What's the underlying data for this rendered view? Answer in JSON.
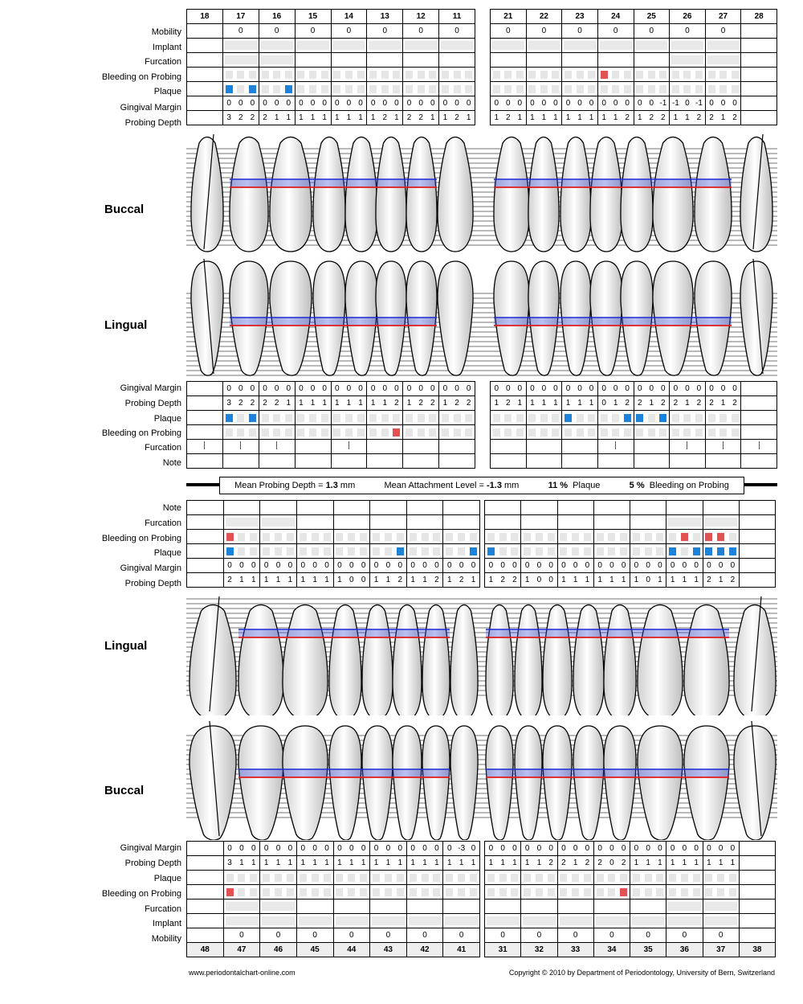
{
  "upper": {
    "left_teeth": [
      "18",
      "17",
      "16",
      "15",
      "14",
      "13",
      "12",
      "11"
    ],
    "right_teeth": [
      "21",
      "22",
      "23",
      "24",
      "25",
      "26",
      "27",
      "28"
    ],
    "buccal": {
      "row_labels": [
        "Mobility",
        "Implant",
        "Furcation",
        "Bleeding on Probing",
        "Plaque",
        "Gingival Margin",
        "Probing Depth"
      ],
      "mobility": [
        "",
        "0",
        "0",
        "0",
        "0",
        "0",
        "0",
        "0",
        "0",
        "0",
        "0",
        "0",
        "0",
        "0",
        "0",
        ""
      ],
      "gingival_margin": [
        [],
        [
          "0",
          "0",
          "0"
        ],
        [
          "0",
          "0",
          "0"
        ],
        [
          "0",
          "0",
          "0"
        ],
        [
          "0",
          "0",
          "0"
        ],
        [
          "0",
          "0",
          "0"
        ],
        [
          "0",
          "0",
          "0"
        ],
        [
          "0",
          "0",
          "0"
        ],
        [
          "0",
          "0",
          "0"
        ],
        [
          "0",
          "0",
          "0"
        ],
        [
          "0",
          "0",
          "0"
        ],
        [
          "0",
          "0",
          "0"
        ],
        [
          "0",
          "0",
          "-1"
        ],
        [
          "-1",
          "0",
          "-1"
        ],
        [
          "0",
          "0",
          "0"
        ],
        []
      ],
      "probing_depth": [
        [],
        [
          "3",
          "2",
          "2"
        ],
        [
          "2",
          "1",
          "1"
        ],
        [
          "1",
          "1",
          "1"
        ],
        [
          "1",
          "1",
          "1"
        ],
        [
          "1",
          "2",
          "1"
        ],
        [
          "2",
          "2",
          "1"
        ],
        [
          "1",
          "2",
          "1"
        ],
        [
          "1",
          "2",
          "1"
        ],
        [
          "1",
          "1",
          "1"
        ],
        [
          "1",
          "1",
          "1"
        ],
        [
          "1",
          "1",
          "2"
        ],
        [
          "1",
          "2",
          "2"
        ],
        [
          "1",
          "1",
          "2"
        ],
        [
          "2",
          "1",
          "2"
        ],
        []
      ],
      "plaque": [
        [],
        [
          "bl",
          "",
          "bl"
        ],
        [
          "",
          "",
          "bl"
        ],
        [
          "",
          "",
          ""
        ],
        [
          "",
          "",
          ""
        ],
        [
          "",
          "",
          ""
        ],
        [
          "",
          "",
          ""
        ],
        [
          "",
          "",
          ""
        ],
        [
          "",
          "",
          ""
        ],
        [
          "",
          "",
          ""
        ],
        [
          "",
          "",
          ""
        ],
        [
          "",
          "",
          ""
        ],
        [
          "",
          "",
          ""
        ],
        [
          "",
          "",
          ""
        ],
        [
          "",
          "",
          ""
        ],
        []
      ],
      "bleeding": [
        [],
        [
          "",
          "",
          ""
        ],
        [
          "",
          "",
          ""
        ],
        [
          "",
          "",
          ""
        ],
        [
          "",
          "",
          ""
        ],
        [
          "",
          "",
          ""
        ],
        [
          "",
          "",
          ""
        ],
        [
          "",
          "",
          ""
        ],
        [
          "",
          "",
          ""
        ],
        [
          "",
          "",
          ""
        ],
        [
          "",
          "",
          ""
        ],
        [
          "rd",
          "",
          ""
        ],
        [
          "",
          "",
          ""
        ],
        [
          "",
          "",
          ""
        ],
        [
          "",
          "",
          ""
        ],
        []
      ]
    },
    "section_buccal_label": "Buccal",
    "section_lingual_label": "Lingual",
    "lingual": {
      "row_labels": [
        "Gingival Margin",
        "Probing Depth",
        "Plaque",
        "Bleeding on Probing",
        "Furcation",
        "Note"
      ],
      "gingival_margin": [
        [],
        [
          "0",
          "0",
          "0"
        ],
        [
          "0",
          "0",
          "0"
        ],
        [
          "0",
          "0",
          "0"
        ],
        [
          "0",
          "0",
          "0"
        ],
        [
          "0",
          "0",
          "0"
        ],
        [
          "0",
          "0",
          "0"
        ],
        [
          "0",
          "0",
          "0"
        ],
        [
          "0",
          "0",
          "0"
        ],
        [
          "0",
          "0",
          "0"
        ],
        [
          "0",
          "0",
          "0"
        ],
        [
          "0",
          "0",
          "0"
        ],
        [
          "0",
          "0",
          "0"
        ],
        [
          "0",
          "0",
          "0"
        ],
        [
          "0",
          "0",
          "0"
        ],
        []
      ],
      "probing_depth": [
        [],
        [
          "3",
          "2",
          "2"
        ],
        [
          "2",
          "2",
          "1"
        ],
        [
          "1",
          "1",
          "1"
        ],
        [
          "1",
          "1",
          "1"
        ],
        [
          "1",
          "1",
          "2"
        ],
        [
          "1",
          "2",
          "2"
        ],
        [
          "1",
          "2",
          "2"
        ],
        [
          "1",
          "2",
          "1"
        ],
        [
          "1",
          "1",
          "1"
        ],
        [
          "1",
          "1",
          "1"
        ],
        [
          "0",
          "1",
          "2"
        ],
        [
          "2",
          "1",
          "2"
        ],
        [
          "2",
          "1",
          "2"
        ],
        [
          "2",
          "1",
          "2"
        ],
        []
      ],
      "plaque": [
        [],
        [
          "bl",
          "",
          "bl"
        ],
        [
          "",
          "",
          ""
        ],
        [
          "",
          "",
          ""
        ],
        [
          "",
          "",
          ""
        ],
        [
          "",
          "",
          ""
        ],
        [
          "",
          "",
          ""
        ],
        [
          "",
          "",
          ""
        ],
        [
          "",
          "",
          ""
        ],
        [
          "",
          "",
          ""
        ],
        [
          "bl",
          "",
          ""
        ],
        [
          "",
          "",
          "bl"
        ],
        [
          "bl",
          "",
          "bl"
        ],
        [
          "",
          "",
          ""
        ],
        [
          "",
          "",
          ""
        ],
        []
      ],
      "bleeding": [
        [],
        [
          "",
          "",
          ""
        ],
        [
          "",
          "",
          ""
        ],
        [
          "",
          "",
          ""
        ],
        [
          "",
          "",
          ""
        ],
        [
          "",
          "",
          "rd"
        ],
        [
          "",
          "",
          ""
        ],
        [
          "",
          "",
          ""
        ],
        [
          "",
          "",
          ""
        ],
        [
          "",
          "",
          ""
        ],
        [
          "",
          "",
          ""
        ],
        [
          "",
          "",
          ""
        ],
        [
          "",
          "",
          ""
        ],
        [
          "",
          "",
          ""
        ],
        [
          "",
          "",
          ""
        ],
        []
      ]
    }
  },
  "summary": {
    "mean_pd_label": "Mean Probing Depth =",
    "mean_pd_value": "1.3",
    "mean_pd_unit": "mm",
    "mean_al_label": "Mean Attachment Level =",
    "mean_al_value": "-1.3",
    "mean_al_unit": "mm",
    "plaque_value": "11 %",
    "plaque_label": "Plaque",
    "bleeding_value": "5 %",
    "bleeding_label": "Bleeding on Probing"
  },
  "lower": {
    "left_teeth": [
      "48",
      "47",
      "46",
      "45",
      "44",
      "43",
      "42",
      "41"
    ],
    "right_teeth": [
      "31",
      "32",
      "33",
      "34",
      "35",
      "36",
      "37",
      "38"
    ],
    "lingual": {
      "row_labels": [
        "Note",
        "Furcation",
        "Bleeding on Probing",
        "Plaque",
        "Gingival Margin",
        "Probing Depth"
      ],
      "gingival_margin": [
        [],
        [
          "0",
          "0",
          "0"
        ],
        [
          "0",
          "0",
          "0"
        ],
        [
          "0",
          "0",
          "0"
        ],
        [
          "0",
          "0",
          "0"
        ],
        [
          "0",
          "0",
          "0"
        ],
        [
          "0",
          "0",
          "0"
        ],
        [
          "0",
          "0",
          "0"
        ],
        [
          "0",
          "0",
          "0"
        ],
        [
          "0",
          "0",
          "0"
        ],
        [
          "0",
          "0",
          "0"
        ],
        [
          "0",
          "0",
          "0"
        ],
        [
          "0",
          "0",
          "0"
        ],
        [
          "0",
          "0",
          "0"
        ],
        [
          "0",
          "0",
          "0"
        ],
        []
      ],
      "probing_depth": [
        [],
        [
          "2",
          "1",
          "1"
        ],
        [
          "1",
          "1",
          "1"
        ],
        [
          "1",
          "1",
          "1"
        ],
        [
          "1",
          "0",
          "0"
        ],
        [
          "1",
          "1",
          "2"
        ],
        [
          "1",
          "1",
          "2"
        ],
        [
          "1",
          "2",
          "1"
        ],
        [
          "1",
          "2",
          "2"
        ],
        [
          "1",
          "0",
          "0"
        ],
        [
          "1",
          "1",
          "1"
        ],
        [
          "1",
          "1",
          "1"
        ],
        [
          "1",
          "0",
          "1"
        ],
        [
          "1",
          "1",
          "1"
        ],
        [
          "2",
          "1",
          "2"
        ],
        []
      ],
      "plaque": [
        [],
        [
          "bl",
          "",
          ""
        ],
        [
          "",
          "",
          ""
        ],
        [
          "",
          "",
          ""
        ],
        [
          "",
          "",
          ""
        ],
        [
          "",
          "",
          "bl"
        ],
        [
          "",
          "",
          ""
        ],
        [
          "",
          "",
          "bl"
        ],
        [
          "bl",
          "",
          ""
        ],
        [
          "",
          "",
          ""
        ],
        [
          "",
          "",
          ""
        ],
        [
          "",
          "",
          ""
        ],
        [
          "",
          "",
          ""
        ],
        [
          "bl",
          "",
          "bl"
        ],
        [
          "bl",
          "bl",
          "bl"
        ],
        []
      ],
      "bleeding": [
        [],
        [
          "rd",
          "",
          ""
        ],
        [
          "",
          "",
          ""
        ],
        [
          "",
          "",
          ""
        ],
        [
          "",
          "",
          ""
        ],
        [
          "",
          "",
          ""
        ],
        [
          "",
          "",
          ""
        ],
        [
          "",
          "",
          ""
        ],
        [
          "",
          "",
          ""
        ],
        [
          "",
          "",
          ""
        ],
        [
          "",
          "",
          ""
        ],
        [
          "",
          "",
          ""
        ],
        [
          "",
          "",
          ""
        ],
        [
          "",
          "rd",
          ""
        ],
        [
          "rd",
          "rd",
          ""
        ],
        []
      ]
    },
    "section_lingual_label": "Lingual",
    "section_buccal_label": "Buccal",
    "buccal": {
      "row_labels": [
        "Gingival Margin",
        "Probing Depth",
        "Plaque",
        "Bleeding on Probing",
        "Furcation",
        "Implant",
        "Mobility"
      ],
      "gingival_margin": [
        [],
        [
          "0",
          "0",
          "0"
        ],
        [
          "0",
          "0",
          "0"
        ],
        [
          "0",
          "0",
          "0"
        ],
        [
          "0",
          "0",
          "0"
        ],
        [
          "0",
          "0",
          "0"
        ],
        [
          "0",
          "0",
          "0"
        ],
        [
          "0",
          "-3",
          "0"
        ],
        [
          "0",
          "0",
          "0"
        ],
        [
          "0",
          "0",
          "0"
        ],
        [
          "0",
          "0",
          "0"
        ],
        [
          "0",
          "0",
          "0"
        ],
        [
          "0",
          "0",
          "0"
        ],
        [
          "0",
          "0",
          "0"
        ],
        [
          "0",
          "0",
          "0"
        ],
        []
      ],
      "probing_depth": [
        [],
        [
          "3",
          "1",
          "1"
        ],
        [
          "1",
          "1",
          "1"
        ],
        [
          "1",
          "1",
          "1"
        ],
        [
          "1",
          "1",
          "1"
        ],
        [
          "1",
          "1",
          "1"
        ],
        [
          "1",
          "1",
          "1"
        ],
        [
          "1",
          "1",
          "1"
        ],
        [
          "1",
          "1",
          "1"
        ],
        [
          "1",
          "1",
          "2"
        ],
        [
          "2",
          "1",
          "2"
        ],
        [
          "2",
          "0",
          "2"
        ],
        [
          "1",
          "1",
          "1"
        ],
        [
          "1",
          "1",
          "1"
        ],
        [
          "1",
          "1",
          "1"
        ],
        []
      ],
      "plaque": [
        [],
        [
          "",
          "",
          ""
        ],
        [
          "",
          "",
          ""
        ],
        [
          "",
          "",
          ""
        ],
        [
          "",
          "",
          ""
        ],
        [
          "",
          "",
          ""
        ],
        [
          "",
          "",
          ""
        ],
        [
          "",
          "",
          ""
        ],
        [
          "",
          "",
          ""
        ],
        [
          "",
          "",
          ""
        ],
        [
          "",
          "",
          ""
        ],
        [
          "",
          "",
          ""
        ],
        [
          "",
          "",
          ""
        ],
        [
          "",
          "",
          ""
        ],
        [
          "",
          "",
          ""
        ],
        []
      ],
      "bleeding": [
        [],
        [
          "rd",
          "",
          ""
        ],
        [
          "",
          "",
          ""
        ],
        [
          "",
          "",
          ""
        ],
        [
          "",
          "",
          ""
        ],
        [
          "",
          "",
          ""
        ],
        [
          "",
          "",
          ""
        ],
        [
          "",
          "",
          ""
        ],
        [
          "",
          "",
          ""
        ],
        [
          "",
          "",
          ""
        ],
        [
          "",
          "",
          ""
        ],
        [
          "",
          "",
          "rd"
        ],
        [
          "",
          "",
          ""
        ],
        [
          "",
          "",
          ""
        ],
        [
          "",
          "",
          ""
        ],
        []
      ],
      "mobility": [
        "",
        "0",
        "0",
        "0",
        "0",
        "0",
        "0",
        "0",
        "0",
        "0",
        "0",
        "0",
        "0",
        "0",
        "0",
        ""
      ]
    }
  },
  "footer": {
    "website": "www.periodontalchart-online.com",
    "copyright": "Copyright © 2010 by Department of Periodontology, University of Bern, Switzerland"
  }
}
